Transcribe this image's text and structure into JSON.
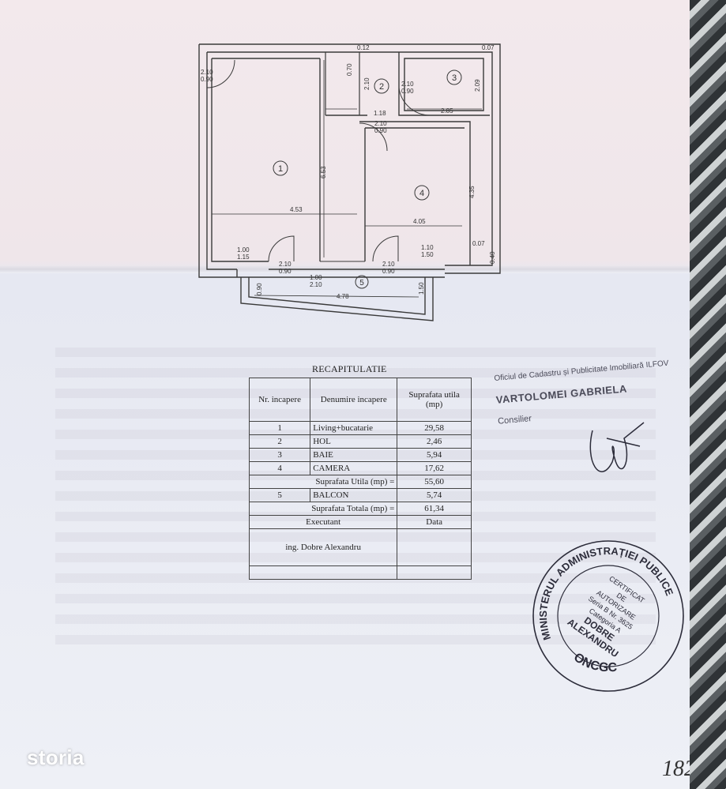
{
  "plan": {
    "room_numbers": [
      "1",
      "2",
      "3",
      "4",
      "5"
    ],
    "dims": {
      "d_012": "0.12",
      "d_007_top": "0.07",
      "d_070": "0.70",
      "d_210_a": "2.10",
      "d_209": "2.09",
      "d_285": "2.85",
      "d_118": "1.18",
      "d_653": "6.53",
      "d_435": "4.35",
      "d_453": "4.53",
      "d_405": "4.05",
      "d_007_right": "0.07",
      "d_040": "0.40",
      "d_478": "4.78",
      "d_090_left": "0.90",
      "d_150": "1.50"
    },
    "doors": {
      "entry": [
        "2.10",
        "0.90"
      ],
      "hol": [
        "2.10",
        "0.90"
      ],
      "camera": [
        "2.10",
        "0.90"
      ],
      "living_balcon": [
        "2.10",
        "0.90"
      ],
      "camera_balcon": [
        "2.10",
        "0.90"
      ]
    },
    "windows": {
      "living": [
        "1.00",
        "1.15"
      ],
      "balcon": [
        "1.00",
        "2.10"
      ],
      "camera": [
        "1.10",
        "1.50"
      ]
    }
  },
  "recap": {
    "title": "RECAPITULATIE",
    "headers": {
      "nr": "Nr. incapere",
      "name": "Denumire incapere",
      "area": "Suprafata utila (mp)"
    },
    "rows": [
      {
        "nr": "1",
        "name": "Living+bucatarie",
        "area": "29,58"
      },
      {
        "nr": "2",
        "name": "HOL",
        "area": "2,46"
      },
      {
        "nr": "3",
        "name": "BAIE",
        "area": "5,94"
      },
      {
        "nr": "4",
        "name": "CAMERA",
        "area": "17,62"
      }
    ],
    "suprafata_utila_label": "Suprafata Utila (mp) =",
    "suprafata_utila_value": "55,60",
    "balcon": {
      "nr": "5",
      "name": "BALCON",
      "area": "5,74"
    },
    "suprafata_totala_label": "Suprafata Totala (mp) =",
    "suprafata_totala_value": "61,34",
    "executant_label": "Executant",
    "data_label": "Data",
    "executant_name": "ing. Dobre Alexandru"
  },
  "stamp_ocpi": {
    "office": "Oficiul de Cadastru și Publicitate Imobiliară ILFOV",
    "name": "VARTOLOMEI GABRIELA",
    "role": "Consilier"
  },
  "seal": {
    "ring_text": "MINISTERUL ADMINISTRAȚIEI PUBLICE",
    "bottom_text": "ONCGC",
    "lines": [
      "CERTIFICAT",
      "DE",
      "AUTORIZARE",
      "Seria B Nr. 3625",
      "Categoria A",
      "DOBRE",
      "ALEXANDRU"
    ]
  },
  "watermark": "storia",
  "page_number": "182",
  "colors": {
    "ink": "#333333",
    "seal_ink": "#2c2c3a",
    "stamp_ink": "#4a4a58"
  }
}
